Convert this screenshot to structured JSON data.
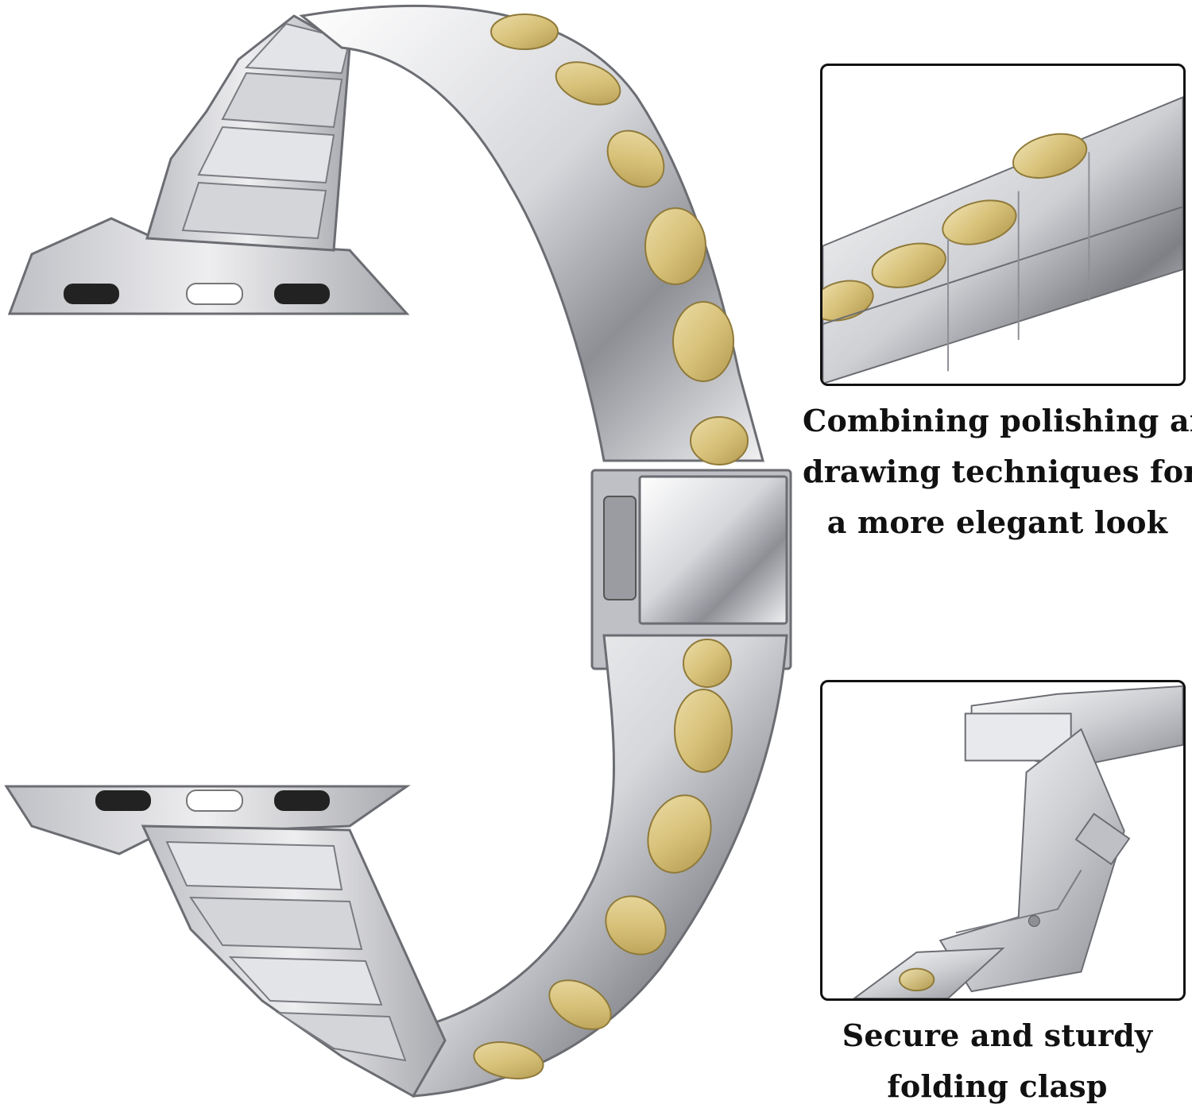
{
  "colors": {
    "silver_light": "#f4f4f6",
    "silver_mid": "#c9cacf",
    "silver_dark": "#6b6d73",
    "gold": "#d8c27a",
    "gold_dark": "#b39a50",
    "border": "#111111",
    "text": "#111111"
  },
  "captions": {
    "polish": {
      "line1": "Combining polishing and",
      "line2": "drawing techniques for",
      "line3": "a more elegant look"
    },
    "clasp": {
      "line1": "Secure and sturdy",
      "line2": "folding clasp"
    }
  }
}
